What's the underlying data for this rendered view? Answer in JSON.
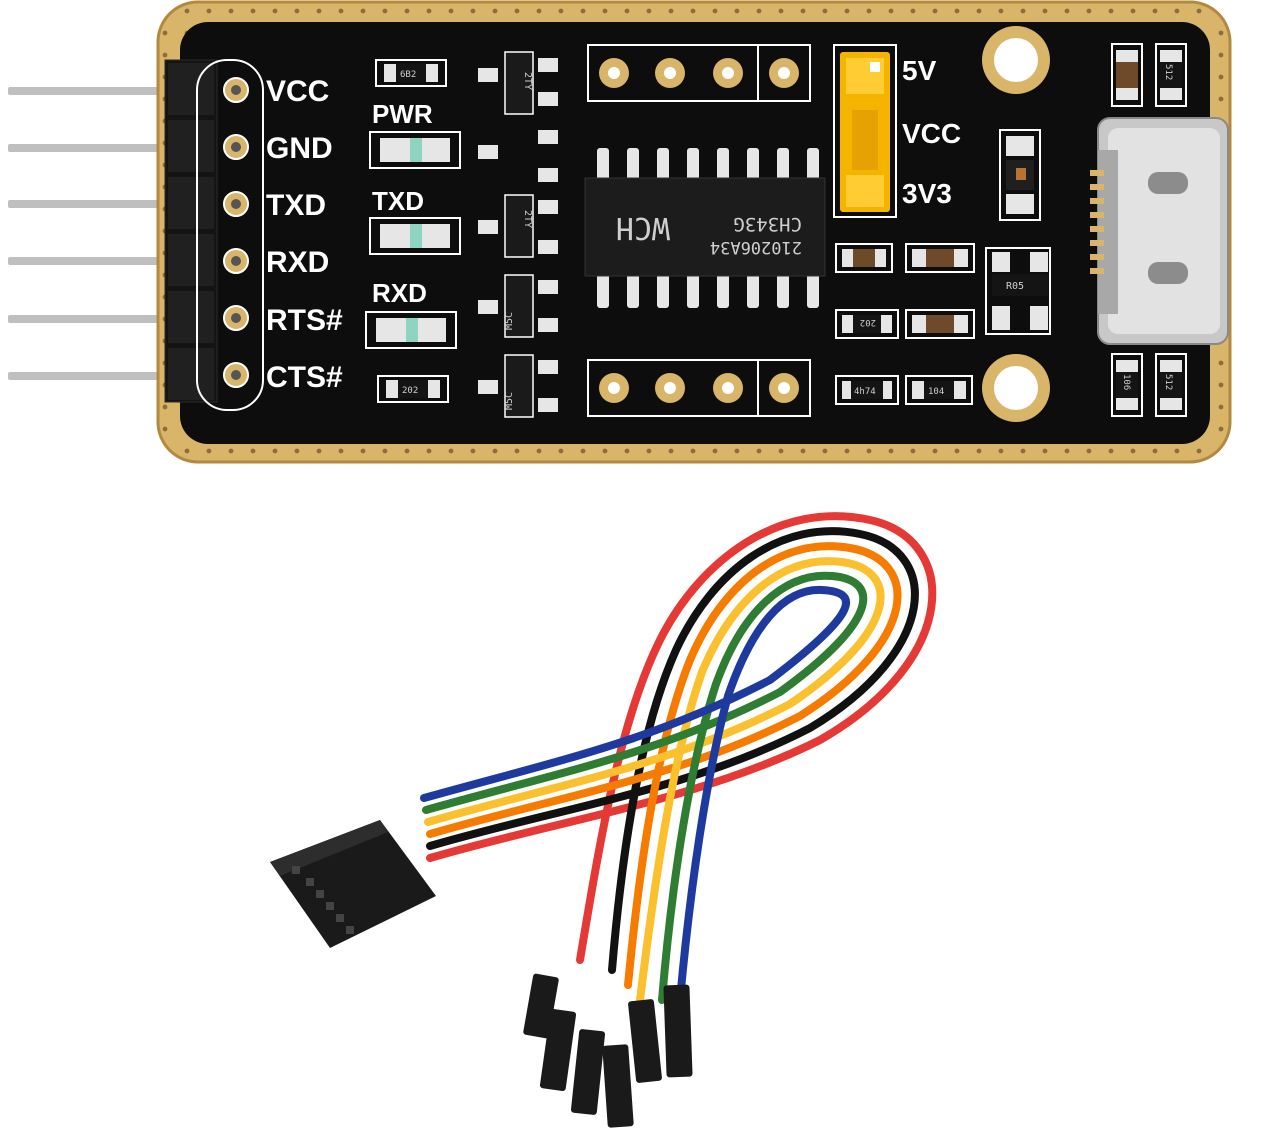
{
  "board": {
    "pin_labels": [
      "VCC",
      "GND",
      "TXD",
      "RXD",
      "RTS#",
      "CTS#"
    ],
    "leds": [
      "PWR",
      "TXD",
      "RXD"
    ],
    "voltage_labels": [
      "5V",
      "VCC",
      "3V3"
    ],
    "chip": {
      "line1": "210206A34",
      "line2": "CH343G",
      "logo": "WCH"
    },
    "resistor_codes": {
      "r1": "6B2",
      "r2": "202",
      "r3": "202",
      "r4": "4h74",
      "r5": "104",
      "r6": "R05",
      "r7": "512",
      "r8": "106",
      "r9": "512"
    },
    "transistor_codes": [
      "2TY",
      "2TY",
      "M5C",
      "M5C"
    ]
  },
  "cable": {
    "wire_colors": [
      "#e53935",
      "#111111",
      "#f57c00",
      "#fbc02d",
      "#2e7d32",
      "#1e3a9e"
    ],
    "connector_color": "#1a1a1a"
  }
}
